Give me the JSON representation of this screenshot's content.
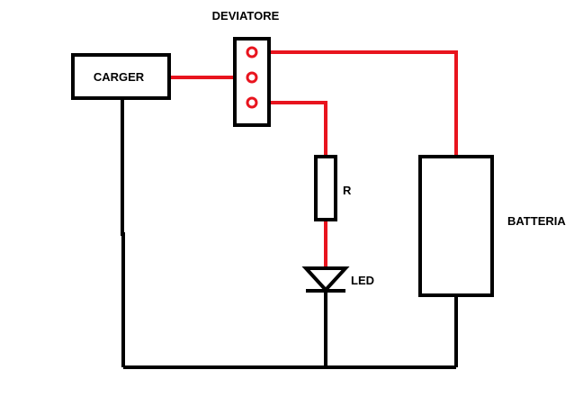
{
  "labels": {
    "switch": "DEVIATORE",
    "charger": "CARGER",
    "resistor": "R",
    "led": "LED",
    "battery": "BATTERIA"
  },
  "colors": {
    "wire_black": "#000000",
    "wire_red": "#e8141e",
    "background": "#ffffff"
  }
}
